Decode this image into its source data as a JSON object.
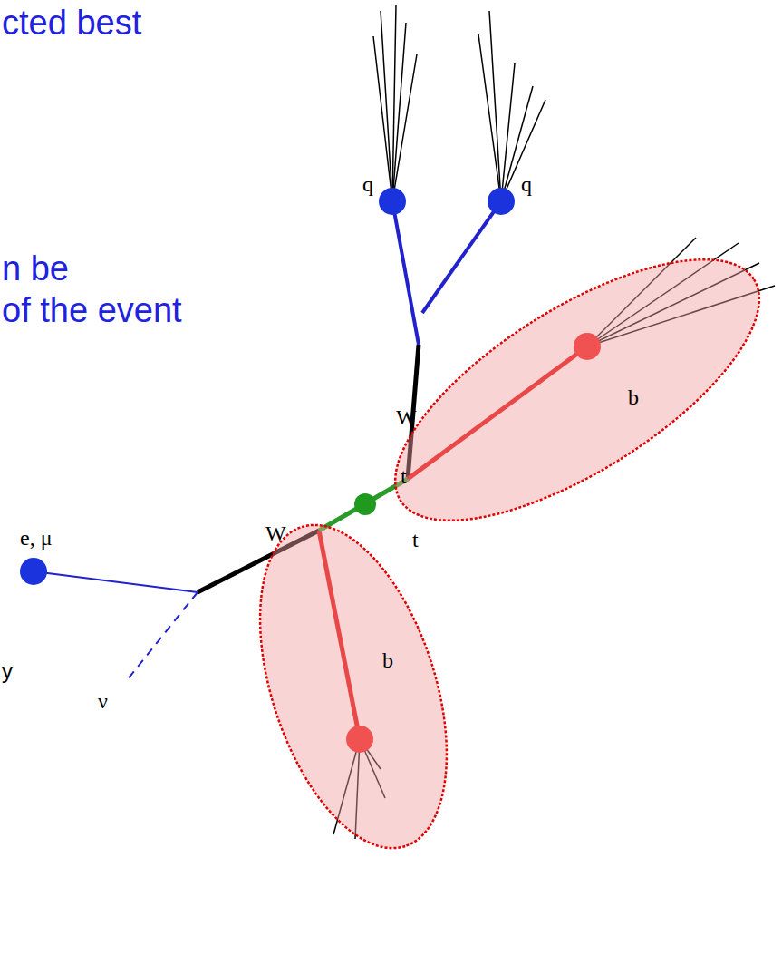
{
  "diagram": {
    "nodes": [
      {
        "text": [
          "b"
        ]
      },
      {
        "text": [
          "b"
        ]
      }
    ],
    "labels": [
      "cted best",
      "n be",
      "of the event",
      "q",
      "q",
      "W",
      "t",
      "t",
      "W",
      "e, μ",
      "y",
      "ν"
    ]
  }
}
